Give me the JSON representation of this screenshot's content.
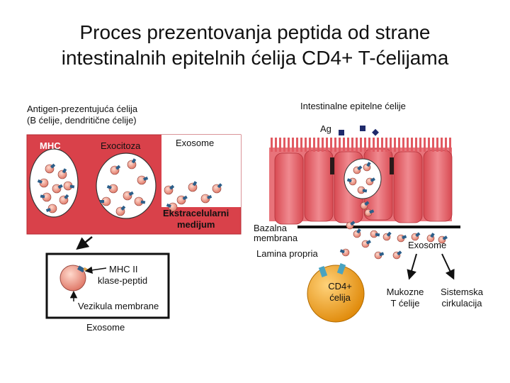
{
  "title": {
    "line1": "Proces prezentovanja peptida od strane",
    "line2": "intestinalnih epitelnih ćelija CD4+ T-ćelijama"
  },
  "apc": {
    "label_line1": "Antigen-prezentujuća ćelija",
    "label_line2": "(B ćelije, dendritične ćelije)",
    "mhc": "MHC",
    "exocytosis": "Exocitoza",
    "exosome": "Exosome",
    "extracellular_line1": "Ekstracelularni",
    "extracellular_line2": "medijum"
  },
  "inset": {
    "mhc_line1": "MHC II",
    "mhc_line2": "klase-peptid",
    "vesicle": "Vezikula membrane",
    "exosome": "Exosome"
  },
  "intestine": {
    "label": "Intestinalne epitelne ćelije",
    "ag": "Ag",
    "basal_line1": "Bazalna",
    "basal_line2": "membrana",
    "lamina": "Lamina propria",
    "exosome": "Exosome",
    "cd4_line1": "CD4+",
    "cd4_line2": "ćelija",
    "mucosal_line1": "Mukozne",
    "mucosal_line2": "T ćelije",
    "systemic_line1": "Sistemska",
    "systemic_line2": "cirkulacija"
  },
  "colors": {
    "tissue": "#d9414a",
    "epithelium": "#e8737a",
    "exosome_fill": "#f3a090",
    "cd4_cell": "#f2a21a",
    "mhc_peg": "#2c5f8a",
    "antigen": "#1f2a6b"
  }
}
